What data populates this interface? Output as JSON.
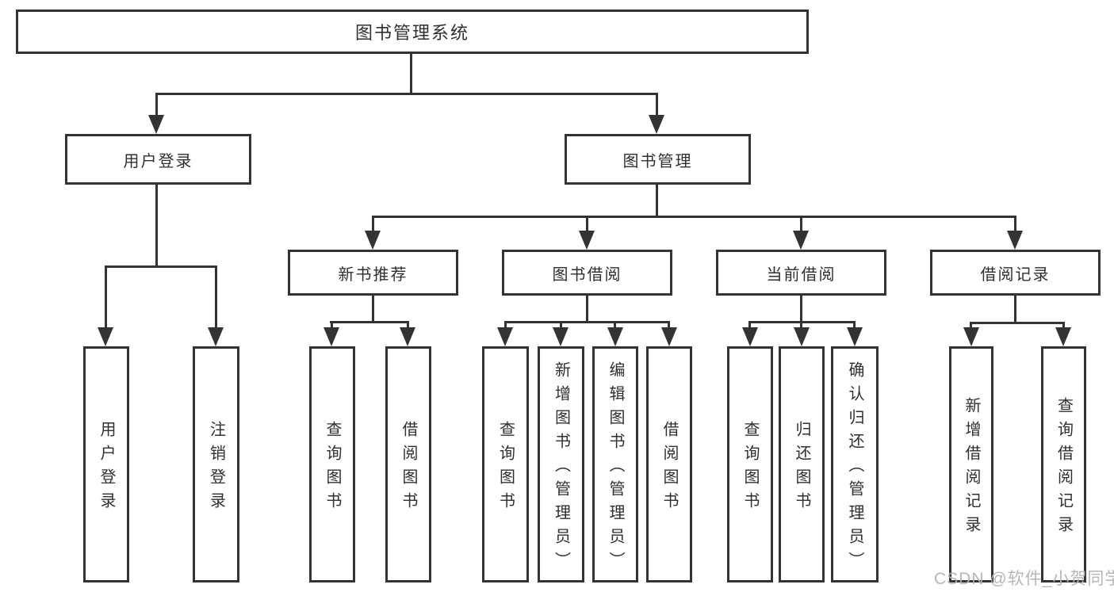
{
  "diagram": {
    "root": {
      "label": "图书管理系统"
    },
    "user_login_branch": {
      "label": "用户登录",
      "children": [
        {
          "label": "用户登录"
        },
        {
          "label": "注销登录"
        }
      ]
    },
    "book_mgmt_branch": {
      "label": "图书管理",
      "sections": [
        {
          "label": "新书推荐",
          "children": [
            {
              "label": "查询图书"
            },
            {
              "label": "借阅图书"
            }
          ]
        },
        {
          "label": "图书借阅",
          "children": [
            {
              "label": "查询图书"
            },
            {
              "label": "新增图书（管理员）"
            },
            {
              "label": "编辑图书（管理员）"
            },
            {
              "label": "借阅图书"
            }
          ]
        },
        {
          "label": "当前借阅",
          "children": [
            {
              "label": "查询图书"
            },
            {
              "label": "归还图书"
            },
            {
              "label": "确认归还（管理员）"
            }
          ]
        },
        {
          "label": "借阅记录",
          "children": [
            {
              "label": "新增借阅记录"
            },
            {
              "label": "查询借阅记录"
            }
          ]
        }
      ]
    }
  },
  "watermark": {
    "text": "CSDN @软件_小贺同学"
  },
  "colors": {
    "line": "#333333",
    "text": "#2f2f2f",
    "watermark": "#b2b2b2",
    "background": "#ffffff"
  }
}
